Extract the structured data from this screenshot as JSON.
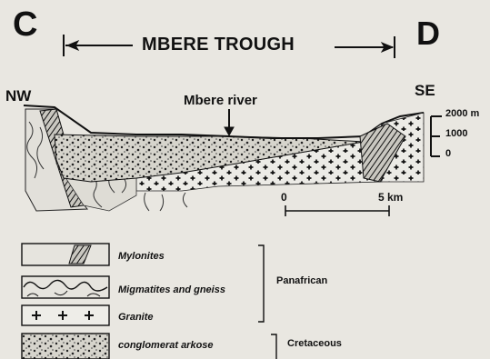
{
  "section": {
    "start_label": "C",
    "end_label": "D",
    "trough_label": "MBERE TROUGH",
    "left_orientation": "NW",
    "right_orientation": "SE",
    "river_label": "Mbere river"
  },
  "elevation_scale": [
    "2000 m",
    "1000",
    "0"
  ],
  "distance_scale": {
    "start": "0",
    "end": "5 km"
  },
  "legend": {
    "items": [
      {
        "label": "Mylonites",
        "pattern": "mylonite"
      },
      {
        "label": "Migmatites and gneiss",
        "pattern": "migmatite"
      },
      {
        "label": "Granite",
        "pattern": "granite"
      },
      {
        "label": "conglomerat arkose",
        "pattern": "conglomerate"
      }
    ],
    "groups": [
      {
        "label": "Panafrican"
      },
      {
        "label": "Cretaceous"
      }
    ]
  },
  "colors": {
    "ink": "#111111",
    "paper": "#e9e7e1",
    "fill": "#cfcdc6"
  }
}
